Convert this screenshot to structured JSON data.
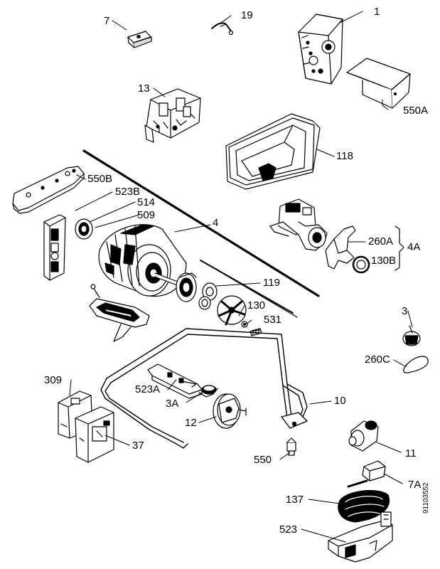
{
  "diagram": {
    "labels": {
      "l1": "1",
      "l7": "7",
      "l19": "19",
      "l13": "13",
      "l550a": "550A",
      "l118": "118",
      "l550b": "550B",
      "l523b": "523B",
      "l514": "514",
      "l509": "509",
      "l4": "4",
      "l260a": "260A",
      "l130b": "130B",
      "l4a": "4A",
      "l119": "119",
      "l130": "130",
      "l531": "531",
      "l3": "3",
      "l260c": "260C",
      "l309": "309",
      "l523a": "523A",
      "l3a": "3A",
      "l10": "10",
      "l12": "12",
      "l37": "37",
      "l550": "550",
      "l11": "11",
      "l7a": "7A",
      "l137": "137",
      "l523": "523"
    },
    "doc_code": "91103552"
  }
}
